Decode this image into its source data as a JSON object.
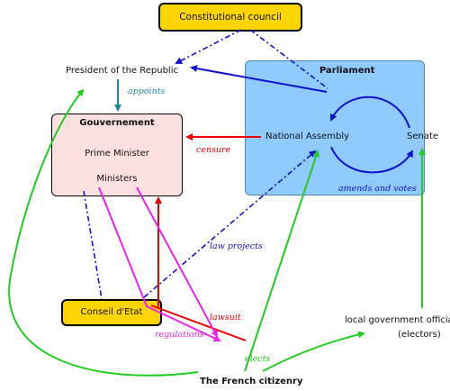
{
  "nodes": {
    "constitutional_council": "Constitutional council",
    "president": "President of the Republic",
    "gouvernement_title": "Gouvernement",
    "prime_minister": "Prime Minister",
    "ministers": "Ministers",
    "parliament_title": "Parliament",
    "national_assembly": "National Assembly",
    "senate": "Senate",
    "conseil_detat": "Conseil d'Etat",
    "local_officials": "local government officials",
    "electors": "(electors)",
    "citizenry": "The French citizenry"
  },
  "edge_labels": {
    "appoints": "appoints",
    "censure": "censure",
    "amends_votes": "amends and votes",
    "law_projects": "law projects",
    "lawsuit": "lawsuit",
    "regulations": "regulations",
    "elects": "elects"
  },
  "colors": {
    "council_fill": "#ffd500",
    "gov_fill": "#fde0e0",
    "parliament_fill": "#8fcbff",
    "blue": "#1010d0",
    "red": "#ee0000",
    "green": "#22cc22",
    "magenta": "#ee22ee",
    "teal": "#1a8a9a"
  }
}
